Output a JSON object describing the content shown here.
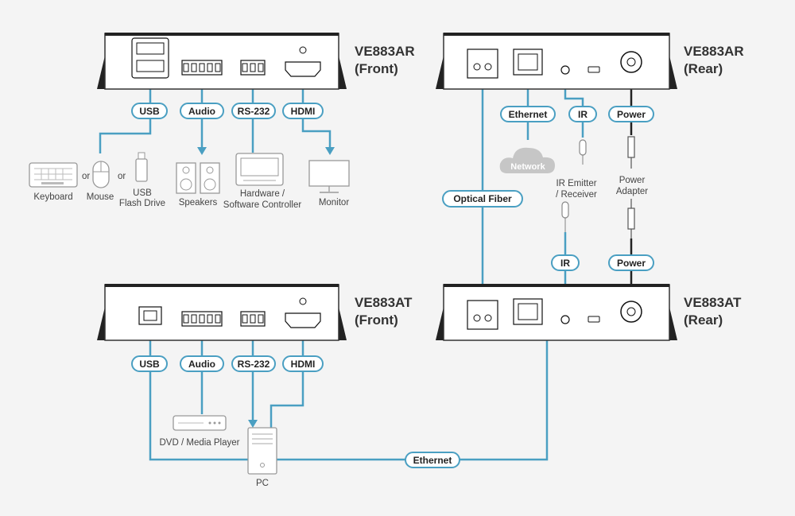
{
  "devices": {
    "rx_front": {
      "model": "VE883AR",
      "side": "(Front)"
    },
    "rx_rear": {
      "model": "VE883AR",
      "side": "(Rear)"
    },
    "tx_front": {
      "model": "VE883AT",
      "side": "(Front)"
    },
    "tx_rear": {
      "model": "VE883AT",
      "side": "(Rear)"
    }
  },
  "connections": {
    "rx_usb": "USB",
    "rx_audio": "Audio",
    "rx_rs232": "RS-232",
    "rx_hdmi": "HDMI",
    "rx_ethernet": "Ethernet",
    "rx_ir": "IR",
    "rx_power": "Power",
    "optical_fiber": "Optical Fiber",
    "tx_ir": "IR",
    "tx_power": "Power",
    "tx_usb": "USB",
    "tx_audio": "Audio",
    "tx_rs232": "RS-232",
    "tx_hdmi": "HDMI",
    "ethernet": "Ethernet"
  },
  "peripherals": {
    "keyboard": "Keyboard",
    "or_1": "or",
    "mouse": "Mouse",
    "or_2": "or",
    "usb_flash_line1": "USB",
    "usb_flash_line2": "Flash Drive",
    "speakers": "Speakers",
    "controller_line1": "Hardware /",
    "controller_line2": "Software Controller",
    "monitor": "Monitor",
    "network": "Network",
    "ir_line1": "IR Emitter",
    "ir_line2": "/ Receiver",
    "power_line1": "Power",
    "power_line2": "Adapter",
    "dvd": "DVD / Media Player",
    "pc": "PC"
  },
  "colors": {
    "cable": "#4a9fc2",
    "power_cable": "#222222",
    "device_body": "#ffffff",
    "device_outline": "#333333"
  }
}
